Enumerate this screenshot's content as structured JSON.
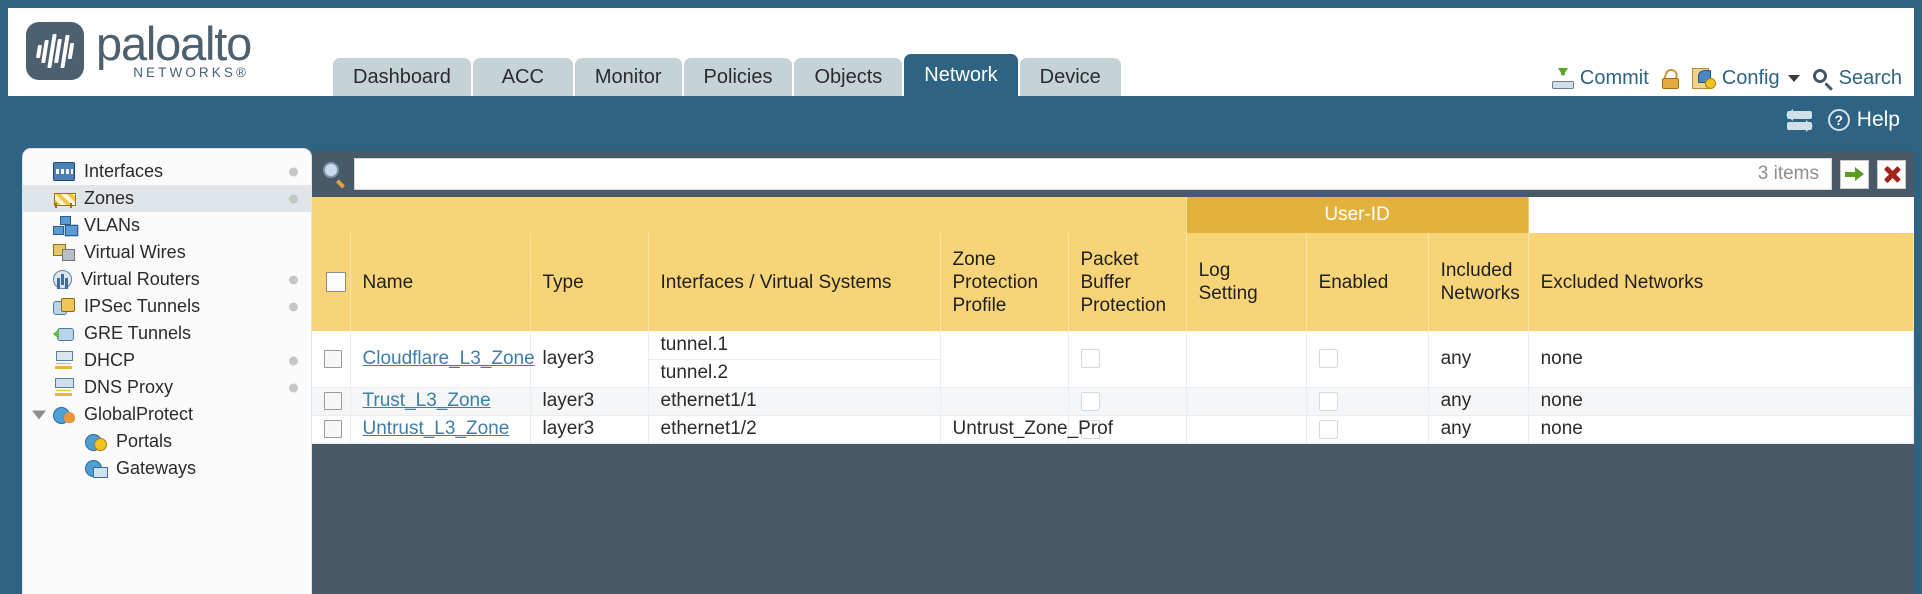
{
  "brand": {
    "name": "paloalto",
    "sub": "NETWORKS®"
  },
  "nav": {
    "tabs": [
      {
        "label": "Dashboard",
        "active": false
      },
      {
        "label": "ACC",
        "active": false
      },
      {
        "label": "Monitor",
        "active": false
      },
      {
        "label": "Policies",
        "active": false
      },
      {
        "label": "Objects",
        "active": false
      },
      {
        "label": "Network",
        "active": true
      },
      {
        "label": "Device",
        "active": false
      }
    ]
  },
  "topactions": {
    "commit": "Commit",
    "config": "Config",
    "search": "Search"
  },
  "tealbar": {
    "help": "Help"
  },
  "sidebar": {
    "items": [
      {
        "label": "Interfaces",
        "icon": "interfaces-icon",
        "selected": false,
        "dot": true,
        "child": false,
        "expander": false
      },
      {
        "label": "Zones",
        "icon": "zones-icon",
        "selected": true,
        "dot": true,
        "child": false,
        "expander": false
      },
      {
        "label": "VLANs",
        "icon": "vlans-icon",
        "selected": false,
        "dot": false,
        "child": false,
        "expander": false
      },
      {
        "label": "Virtual Wires",
        "icon": "virtual-wires-icon",
        "selected": false,
        "dot": false,
        "child": false,
        "expander": false
      },
      {
        "label": "Virtual Routers",
        "icon": "virtual-routers-icon",
        "selected": false,
        "dot": true,
        "child": false,
        "expander": false
      },
      {
        "label": "IPSec Tunnels",
        "icon": "ipsec-tunnels-icon",
        "selected": false,
        "dot": true,
        "child": false,
        "expander": false
      },
      {
        "label": "GRE Tunnels",
        "icon": "gre-tunnels-icon",
        "selected": false,
        "dot": false,
        "child": false,
        "expander": false
      },
      {
        "label": "DHCP",
        "icon": "dhcp-icon",
        "selected": false,
        "dot": true,
        "child": false,
        "expander": false
      },
      {
        "label": "DNS Proxy",
        "icon": "dns-proxy-icon",
        "selected": false,
        "dot": true,
        "child": false,
        "expander": false
      },
      {
        "label": "GlobalProtect",
        "icon": "globalprotect-icon",
        "selected": false,
        "dot": false,
        "child": false,
        "expander": true
      },
      {
        "label": "Portals",
        "icon": "portals-icon",
        "selected": false,
        "dot": false,
        "child": true,
        "expander": false
      },
      {
        "label": "Gateways",
        "icon": "gateways-icon",
        "selected": false,
        "dot": false,
        "child": true,
        "expander": false
      }
    ]
  },
  "search": {
    "value": "",
    "placeholder": "",
    "items_count": "3 items"
  },
  "table": {
    "group_header": {
      "label": "User-ID",
      "span": 3
    },
    "columns": [
      "Name",
      "Type",
      "Interfaces / Virtual Systems",
      "Zone Protection Profile",
      "Packet Buffer Protection",
      "Log Setting",
      "Enabled",
      "Included Networks",
      "Excluded Networks"
    ],
    "rows": [
      {
        "checked": false,
        "name": "Cloudflare_L3_Zone",
        "type": "layer3",
        "interfaces": [
          "tunnel.1",
          "tunnel.2"
        ],
        "zone_protection_profile": "",
        "packet_buffer_protection": false,
        "log_setting": "",
        "userid_enabled": false,
        "included_networks": "any",
        "excluded_networks": "none"
      },
      {
        "checked": false,
        "name": "Trust_L3_Zone",
        "type": "layer3",
        "interfaces": [
          "ethernet1/1"
        ],
        "zone_protection_profile": "",
        "packet_buffer_protection": false,
        "log_setting": "",
        "userid_enabled": false,
        "included_networks": "any",
        "excluded_networks": "none"
      },
      {
        "checked": false,
        "name": "Untrust_L3_Zone",
        "type": "layer3",
        "interfaces": [
          "ethernet1/2"
        ],
        "zone_protection_profile": "Untrust_Zone_Prof",
        "packet_buffer_protection": false,
        "log_setting": "",
        "userid_enabled": false,
        "included_networks": "any",
        "excluded_networks": "none"
      }
    ]
  },
  "colors": {
    "teal": "#2e6384",
    "header_gold": "#f7d477",
    "group_gold": "#e2b23c",
    "link_blue": "#3d7fa8",
    "panel_dark": "#485a67"
  }
}
